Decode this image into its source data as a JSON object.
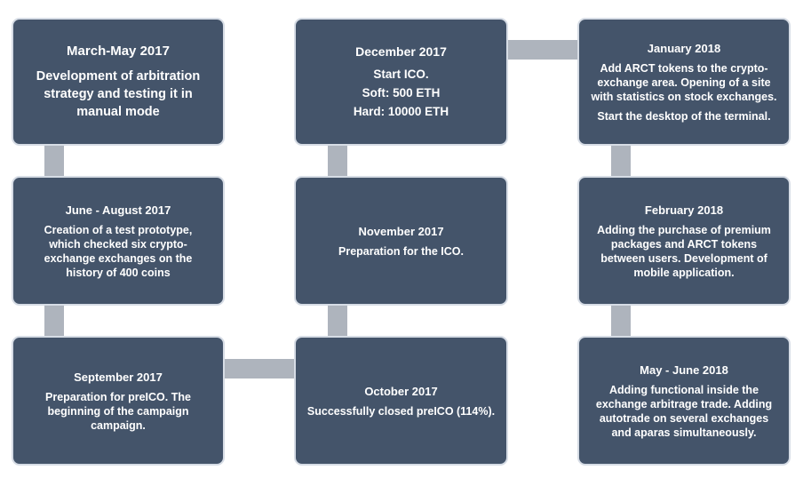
{
  "milestones": [
    {
      "id": "m1",
      "title": "March-May 2017",
      "lines": [
        "Development of arbitration",
        "strategy and testing it in",
        "manual mode"
      ]
    },
    {
      "id": "m2",
      "title": "June - August 2017",
      "lines": [
        "Creation of a test prototype,",
        "which checked six crypto-",
        "exchange exchanges on the",
        "history of 400 coins"
      ]
    },
    {
      "id": "m3",
      "title": "September 2017",
      "lines": [
        "Preparation for preICO. The",
        "beginning of the campaign",
        "campaign."
      ]
    },
    {
      "id": "m4",
      "title": "October 2017",
      "lines": [
        "Successfully closed preICO (114%)."
      ]
    },
    {
      "id": "m5",
      "title": "November 2017",
      "lines": [
        "Preparation for the ICO."
      ]
    },
    {
      "id": "m6",
      "title": "December 2017",
      "lines": [
        "Start ICO.",
        "Soft: 500 ETH",
        "Hard: 10000 ETH"
      ]
    },
    {
      "id": "m7",
      "title": "January 2018",
      "lines": [
        "Add ARCT tokens to the crypto-",
        "exchange area. Opening of a site",
        "with statistics on stock exchanges.",
        "Start the desktop of the terminal."
      ]
    },
    {
      "id": "m8",
      "title": "February 2018",
      "lines": [
        "Adding the purchase of premium",
        "packages and ARCT tokens",
        "between users. Development of",
        "mobile application."
      ]
    },
    {
      "id": "m9",
      "title": "May - June 2018",
      "lines": [
        "Adding functional inside the",
        "exchange arbitrage trade. Adding",
        "autotrade on several exchanges",
        "and aparas simultaneously."
      ]
    }
  ]
}
